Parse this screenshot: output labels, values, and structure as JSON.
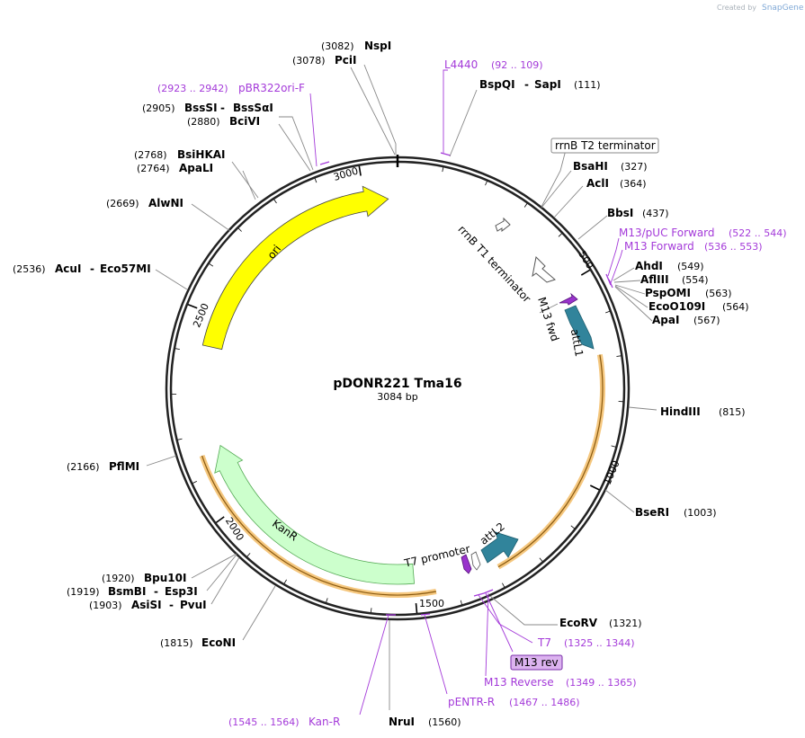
{
  "credit": {
    "created_by": "Created by",
    "brand": "SnapGene"
  },
  "plasmid": {
    "name": "pDONR221 Tma16",
    "length_label": "3084 bp",
    "length": 3084
  },
  "ticks": [
    "500",
    "1000",
    "1500",
    "2000",
    "2500",
    "3000"
  ],
  "features": [
    {
      "name": "ori",
      "color": "#ffff00"
    },
    {
      "name": "KanR",
      "color": "#ccffcc"
    },
    {
      "name": "attL1",
      "color": "#31849b"
    },
    {
      "name": "attL2",
      "color": "#31849b"
    },
    {
      "name": "rrnB T1 terminator",
      "color": "#ffffff"
    },
    {
      "name": "rrnB T2 terminator",
      "color": "#ffffff"
    },
    {
      "name": "M13 fwd",
      "color": "#9933cc"
    },
    {
      "name": "T7 promoter",
      "color": "#ffffff"
    }
  ],
  "sites": [
    {
      "pos": "(3082)",
      "name": "NspI"
    },
    {
      "pos": "(3078)",
      "name": "PciI"
    },
    {
      "pos": "(2905)",
      "name": "BssSI",
      "name2": "BssSαI"
    },
    {
      "pos": "(2880)",
      "name": "BciVI"
    },
    {
      "pos": "(2768)",
      "name": "BsiHKAI"
    },
    {
      "pos": "(2764)",
      "name": "ApaLI"
    },
    {
      "pos": "(2669)",
      "name": "AlwNI"
    },
    {
      "pos": "(2536)",
      "name": "AcuI",
      "name2": "Eco57MI"
    },
    {
      "pos": "(2166)",
      "name": "PflMI"
    },
    {
      "pos": "(1920)",
      "name": "Bpu10I"
    },
    {
      "pos": "(1919)",
      "name": "BsmBI",
      "name2": "Esp3I"
    },
    {
      "pos": "(1903)",
      "name": "AsiSI",
      "name2": "PvuI"
    },
    {
      "pos": "(1815)",
      "name": "EcoNI"
    },
    {
      "pos": "(1560)",
      "name": "NruI"
    },
    {
      "pos": "(111)",
      "name": "BspQI",
      "name2": "SapI"
    },
    {
      "pos": "(327)",
      "name": "BsaHI"
    },
    {
      "pos": "(364)",
      "name": "AclI"
    },
    {
      "pos": "(437)",
      "name": "BbsI"
    },
    {
      "pos": "(549)",
      "name": "AhdI"
    },
    {
      "pos": "(554)",
      "name": "AflIII"
    },
    {
      "pos": "(563)",
      "name": "PspOMI"
    },
    {
      "pos": "(564)",
      "name": "EcoO109I"
    },
    {
      "pos": "(567)",
      "name": "ApaI"
    },
    {
      "pos": "(815)",
      "name": "HindIII"
    },
    {
      "pos": "(1003)",
      "name": "BseRI"
    },
    {
      "pos": "(1321)",
      "name": "EcoRV"
    }
  ],
  "primers": [
    {
      "range": "(2923 .. 2942)",
      "name": "pBR322ori-F"
    },
    {
      "range": "(92 .. 109)",
      "name": "L4440"
    },
    {
      "range": "(522 .. 544)",
      "name": "M13/pUC Forward"
    },
    {
      "range": "(536 .. 553)",
      "name": "M13 Forward"
    },
    {
      "range": "(1325 .. 1344)",
      "name": "T7"
    },
    {
      "range": "(1349 .. 1365)",
      "name": "M13 Reverse"
    },
    {
      "range": "(1467 .. 1486)",
      "name": "pENTR-R"
    },
    {
      "range": "(1545 .. 1564)",
      "name": "Kan-R"
    }
  ],
  "boxed_labels": {
    "t2": "rrnB T2 terminator",
    "m13rev": "M13 rev"
  },
  "colors": {
    "primer": "#a43ad9",
    "ori": "#ffff00",
    "kanr": "#ccffcc",
    "att": "#31849b",
    "orange_outline": "#f5c77e"
  }
}
